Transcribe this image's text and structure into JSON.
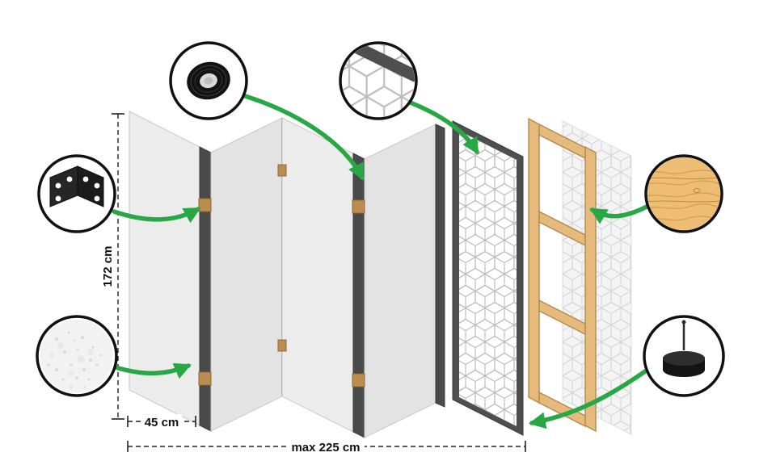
{
  "dims": {
    "height": "172 cm",
    "panel_width": "45 cm",
    "max_width": "max 225 cm"
  },
  "colors": {
    "arrow": "#28a745",
    "callout_border": "#111111",
    "panel_fill": "#ececec",
    "panel_edge": "#4a4a4a",
    "pattern_line": "#bdbdbd",
    "frame_wood": "#e6ba7c",
    "hinge_block": "#bc8d50",
    "background": "#ffffff"
  },
  "callouts": {
    "tape": {
      "icon": "tape-roll-icon"
    },
    "pattern_detail": {
      "icon": "pattern-detail-icon"
    },
    "hinge": {
      "icon": "hinge-icon"
    },
    "fleece": {
      "icon": "fleece-texture-icon"
    },
    "wood": {
      "icon": "wood-texture-icon"
    },
    "foot": {
      "icon": "foot-pin-icon"
    }
  }
}
